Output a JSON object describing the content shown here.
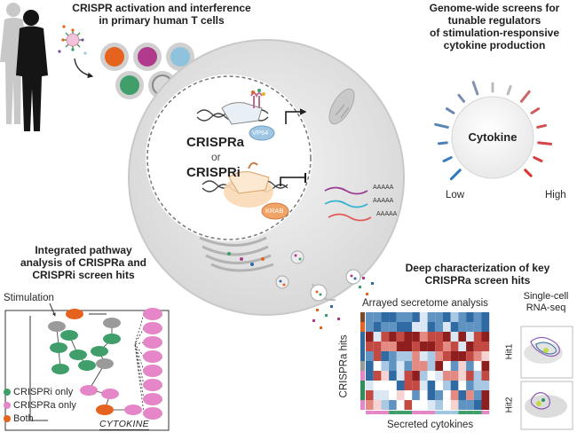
{
  "colors": {
    "green": "#3f9e6a",
    "pink": "#e486c7",
    "orange": "#e5621f",
    "gray": "#9a9a9a",
    "blue_bg": "#9fc7e4",
    "heat_red": "#b62b2b",
    "heat_blue": "#2f6aa3"
  },
  "top_left": {
    "title_line1": "CRISPR activation and interference",
    "title_line2": "in primary human T cells"
  },
  "top_right": {
    "title_line1": "Genome-wide screens for",
    "title_line2": "tunable regulators",
    "title_line3": "of stimulation-responsive",
    "title_line4": "cytokine production",
    "dial_label": "Cytokine",
    "low_label": "Low",
    "high_label": "High"
  },
  "cell": {
    "crispra_label": "CRISPRa",
    "or_label": "or",
    "crispri_label": "CRISPRi",
    "vp64_label": "VP64",
    "krab_label": "KRAB",
    "polya": [
      "AAAAA",
      "AAAAA",
      "AAAAA"
    ]
  },
  "bottom_left": {
    "title_line1": "Integrated pathway",
    "title_line2": "analysis of CRISPRa and",
    "title_line3": "CRISPRi screen hits",
    "stimulation_label": "Stimulation",
    "cytokine_label": "CYTOKINE",
    "legend": [
      {
        "label": "CRISPRi only",
        "color_key": "green"
      },
      {
        "label": "CRISPRa only",
        "color_key": "pink"
      },
      {
        "label": "Both",
        "color_key": "orange"
      }
    ]
  },
  "bottom_right": {
    "title_line1": "Deep characterization of key",
    "title_line2": "CRISPRa screen hits",
    "secretome_label": "Arrayed secretome analysis",
    "y_axis_label": "CRISPRa hits",
    "x_axis_label": "Secreted cytokines",
    "scrna_line1": "Single-cell",
    "scrna_line2": "RNA-seq",
    "hit1_label": "Hit1",
    "hit2_label": "Hit2"
  }
}
